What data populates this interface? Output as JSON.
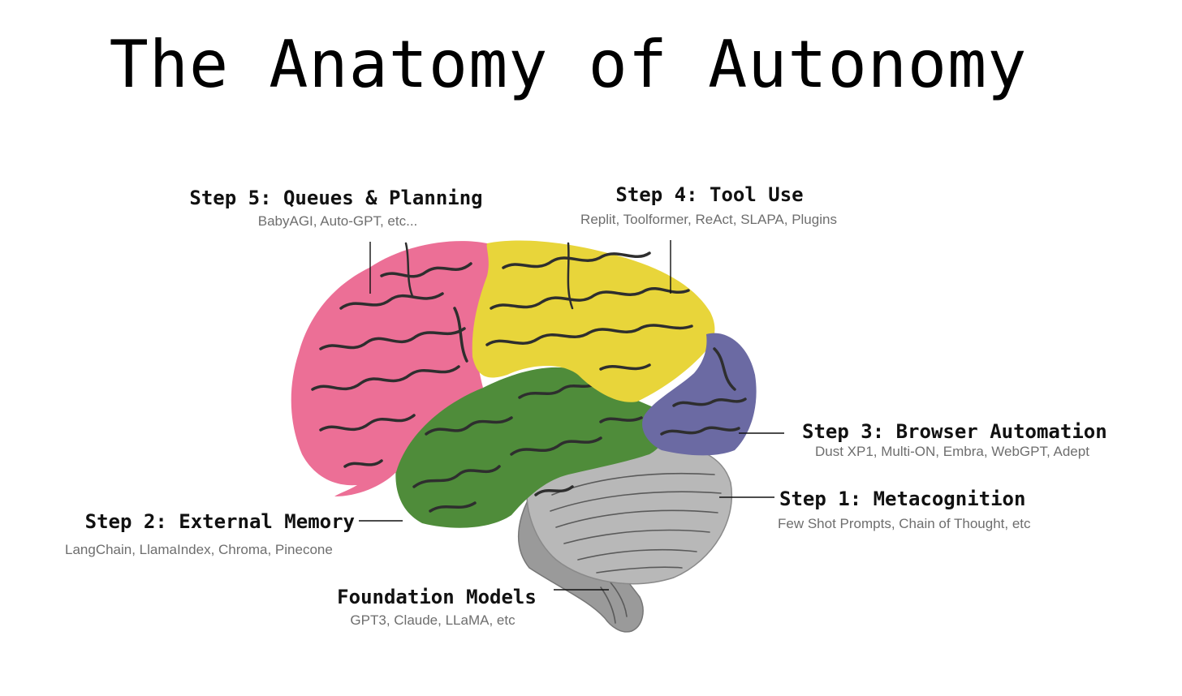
{
  "title": "The Anatomy of Autonomy",
  "colors": {
    "frontal_pink": "#ec6f96",
    "parietal_yellow": "#e8d53a",
    "temporal_green": "#4f8c3a",
    "occipital_purple": "#6b6aa3",
    "cerebellum_gray": "#b8b8b8",
    "brainstem_gray": "#9a9a9a",
    "gyri_outline": "#2e2e2e"
  },
  "labels": {
    "step5": {
      "heading": "Step 5: Queues & Planning",
      "examples": "BabyAGI, Auto-GPT, etc..."
    },
    "step4": {
      "heading": "Step 4: Tool Use",
      "examples": "Replit, Toolformer, ReAct, SLAPA, Plugins"
    },
    "step3": {
      "heading": "Step 3: Browser Automation",
      "examples": "Dust XP1, Multi-ON, Embra, WebGPT, Adept"
    },
    "step2": {
      "heading": "Step 2: External Memory",
      "examples": "LangChain, LlamaIndex, Chroma, Pinecone"
    },
    "step1": {
      "heading": "Step 1: Metacognition",
      "examples": "Few Shot Prompts, Chain of Thought, etc"
    },
    "foundation": {
      "heading": "Foundation Models",
      "examples": "GPT3, Claude, LLaMA, etc"
    }
  }
}
